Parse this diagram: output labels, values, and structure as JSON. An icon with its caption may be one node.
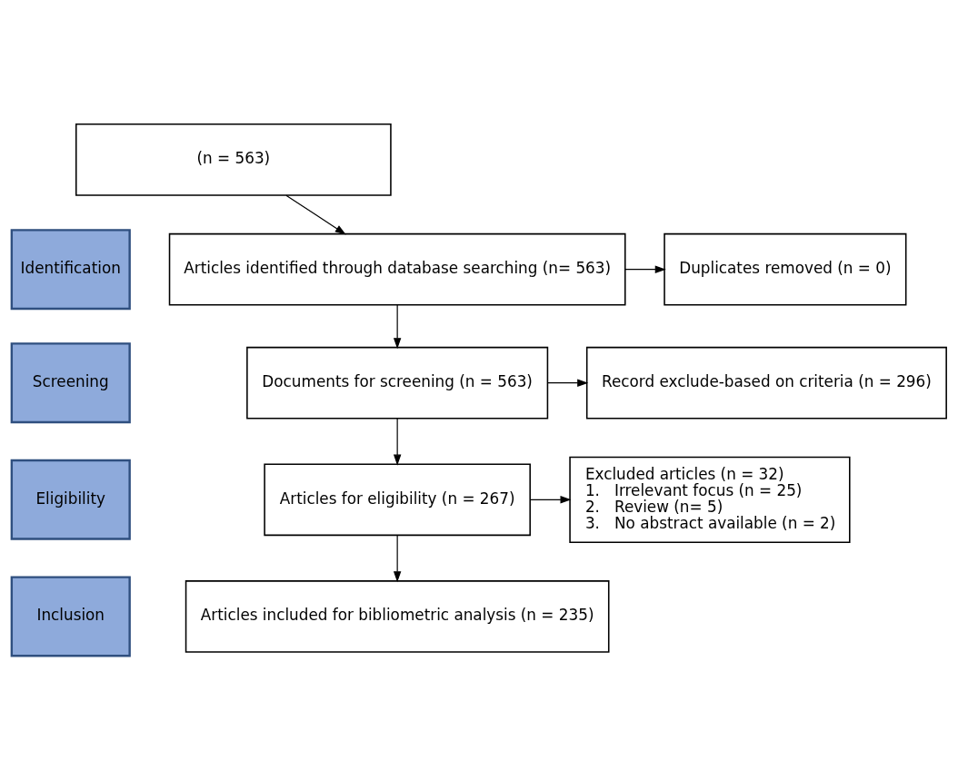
{
  "diagram": {
    "nodes": [
      {
        "text": [
          "Identification"
        ]
      },
      {
        "text": [
          "(n = 563)"
        ]
      },
      {
        "text": [
          "Articles identified through database searching (n= 563)"
        ]
      },
      {
        "text": [
          "Duplicates removed (n = 0)"
        ]
      },
      {
        "text": [
          "Screening"
        ]
      },
      {
        "text": [
          "Documents for screening (n = 563)"
        ]
      },
      {
        "text": [
          "Record exclude-based on criteria (n = 296)"
        ]
      },
      {
        "text": [
          "Eligibility"
        ]
      },
      {
        "text": [
          "Articles for eligibility (n = 267)"
        ]
      },
      {
        "text": [
          "Excluded articles (n = 32)",
          "1.   Irrelevant focus (n = 25)",
          "2.   Review (n= 5)",
          "3.   No abstract available (n = 2)"
        ]
      },
      {
        "text": [
          "Inclusion"
        ]
      },
      {
        "text": [
          "Articles included for bibliometric analysis (n = 235)"
        ]
      }
    ],
    "edges": [
      {
        "from": 1,
        "to": 2,
        "arrow": "to"
      },
      {
        "from": 2,
        "to": 3,
        "arrow": "to"
      },
      {
        "from": 2,
        "to": 5,
        "arrow": "to"
      },
      {
        "from": 5,
        "to": 6,
        "arrow": "to"
      },
      {
        "from": 5,
        "to": 8,
        "arrow": "to"
      },
      {
        "from": 8,
        "to": 9,
        "arrow": "to"
      },
      {
        "from": 8,
        "to": 11,
        "arrow": "to"
      }
    ]
  }
}
